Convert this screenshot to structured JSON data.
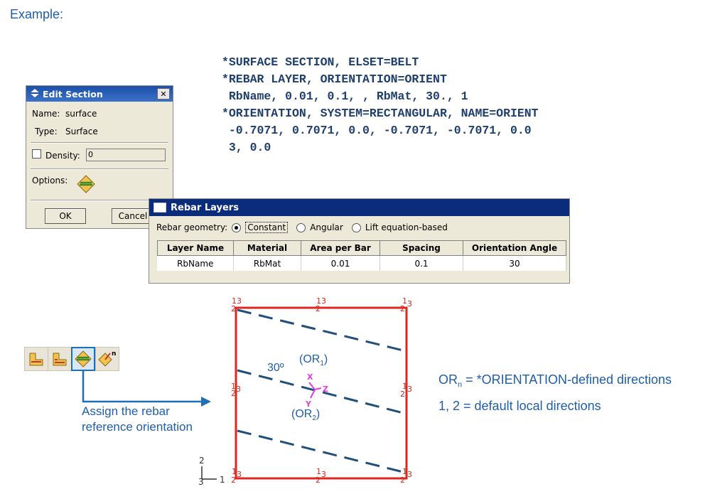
{
  "heading": "Example:",
  "code_lines": [
    "*SURFACE SECTION, ELSET=BELT",
    "*REBAR LAYER, ORIENTATION=ORIENT",
    " RbName, 0.01, 0.1, , RbMat, 30., 1",
    "*ORIENTATION, SYSTEM=RECTANGULAR, NAME=ORIENT",
    " -0.7071, 0.7071, 0.0, -0.7071, -0.7071, 0.0",
    " 3, 0.0"
  ],
  "edit_section": {
    "title": "Edit Section",
    "name_label": "Name:",
    "name_value": "surface",
    "type_label": "Type:",
    "type_value": "Surface",
    "density_label": "Density:",
    "density_value": "0",
    "options_label": "Options:",
    "ok_label": "OK",
    "cancel_label": "Cancel"
  },
  "rebar_layers": {
    "title": "Rebar Layers",
    "geometry_label": "Rebar geometry:",
    "options": [
      "Constant",
      "Angular",
      "Lift equation-based"
    ],
    "selected": "Constant",
    "columns": [
      "Layer Name",
      "Material",
      "Area per Bar",
      "Spacing",
      "Orientation Angle"
    ],
    "rows": [
      [
        "RbName",
        "RbMat",
        "0.01",
        "0.1",
        "30"
      ]
    ]
  },
  "caption_lines": [
    "Assign the rebar",
    "reference orientation"
  ],
  "diagram": {
    "angle_label": "30º",
    "or1_base": "(OR",
    "or1_sub": "1",
    "or2_base": "(OR",
    "or2_sub": "2",
    "close_paren": ")",
    "axis_x": "X",
    "axis_y": "Y",
    "axis_z": "Z",
    "triad_y": "2",
    "triad_x": "1",
    "triad_z": "3",
    "node_labels": [
      "1",
      "3",
      "2"
    ],
    "toolbar_superscript": "n"
  },
  "legend": {
    "line1_prefix": "OR",
    "line1_sub": "n",
    "line1_rest": " = *ORIENTATION-defined directions",
    "line2": "1, 2 = default local directions"
  },
  "colors": {
    "blue_text": "#1f5ea8",
    "code": "#1f3f6e",
    "element_edge": "#e0261e",
    "rebar_dash": "#1f4f7a",
    "orient_axes": "#e040e0",
    "arrow": "#1f6fb5"
  }
}
